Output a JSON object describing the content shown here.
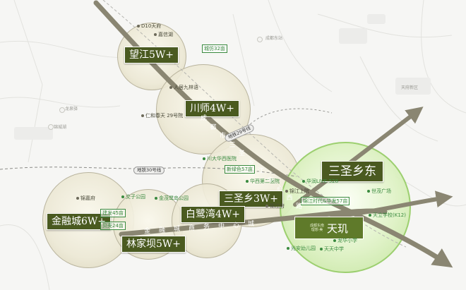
{
  "colors": {
    "accent_label": "#4a5a20",
    "highlight_zone": "#c4e6a0",
    "arrow": "#8a8672",
    "poi_green": "#3a8a3f"
  },
  "zones": {
    "wangjiang": "望江5W+",
    "chuanshi": "川师4W+",
    "sanshengxiang": "三圣乡3W+",
    "jinrongcheng": "金融城6W+",
    "linjiaba": "林家坝5W+",
    "bailuwan": "白鹭湾4W+",
    "sanshengxiangdong": "三圣乡东"
  },
  "project": {
    "sub_line1": "成都东南",
    "sub_line2": "理想·美",
    "name": "天玑"
  },
  "pois": {
    "d10": "D10天府",
    "jiachenghu": "嘉信湖",
    "chengfang": "城仿32亩",
    "renmin": "人居九林语",
    "renhe": "仁和春天 29号院",
    "chuanda": "川大华西医院",
    "xinhuagong": "新绿色57亩",
    "huaxi2": "华西第二医院",
    "jinjiang_shang": "锦江上院",
    "jinjiang_fu": "锦江府",
    "huarun": "华润LIVE-528",
    "jinjiang_jiang": "锦江时代&华发57亩",
    "shimao": "世茂广场",
    "tianli": "天立学校(K12)",
    "longhua": "龙华小学",
    "guangan": "光安幼儿园",
    "tianfu_zx": "天天中学",
    "jinrongfu": "锦嘉府",
    "jiaozi": "交子公园",
    "jinke": "金茂鹭岛公园",
    "jianfa": "建发45亩",
    "beike": "贝壳24亩"
  },
  "metro": {
    "line29": "地铁29号线",
    "line30": "地铁30号线"
  },
  "roads": {
    "north": [
      "成",
      "都",
      "市",
      "三",
      "圣",
      "乡",
      "江",
      "中",
      "心",
      "西",
      "路"
    ],
    "south": [
      "金",
      "融",
      "城",
      "商",
      "务",
      "中",
      "心",
      "城"
    ]
  },
  "faint_map_labels": [
    "成都东站",
    "龙泉驿",
    "锦城湖",
    "天府新区"
  ]
}
